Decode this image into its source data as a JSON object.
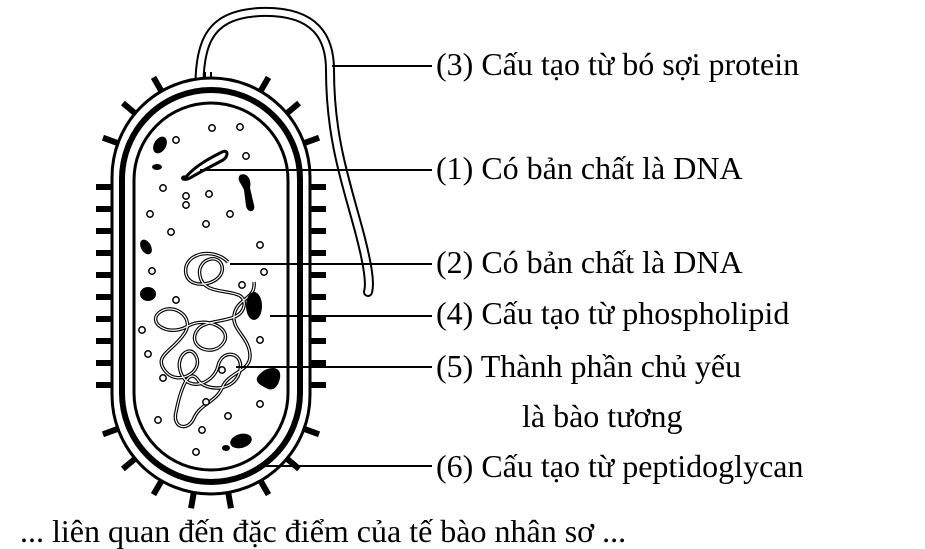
{
  "labels": {
    "l3": "(3) Cấu tạo từ bó sợi protein",
    "l1": "(1) Có bản chất là DNA",
    "l2": "(2) Có bản chất là DNA",
    "l4": "(4) Cấu tạo từ phospholipid",
    "l5a": "(5) Thành phần chủ yếu",
    "l5b": "là bào tương",
    "l6": "(6) Cấu tạo từ peptidoglycan"
  },
  "bottom_text": "... liên quan đến đặc điểm của tế bào nhân sơ ..."
}
